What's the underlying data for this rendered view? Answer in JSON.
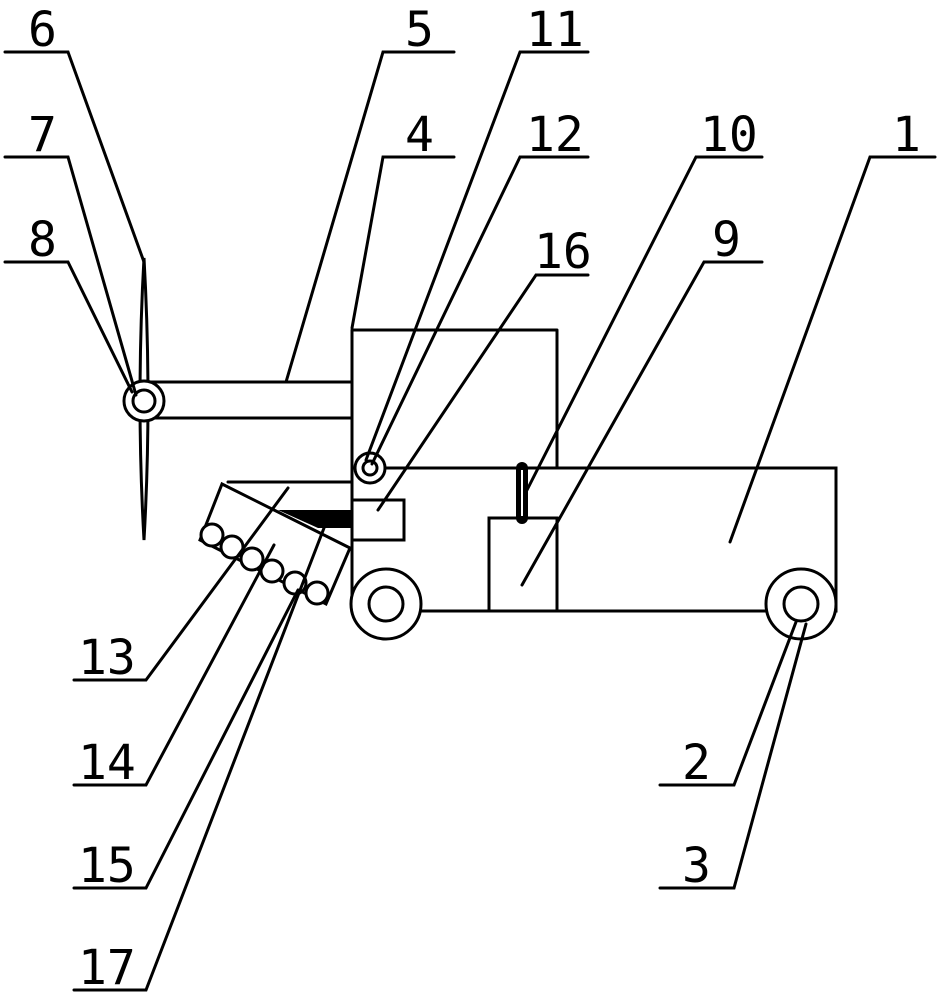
{
  "labels": {
    "n1": "1",
    "n2": "2",
    "n3": "3",
    "n4": "4",
    "n5": "5",
    "n6": "6",
    "n7": "7",
    "n8": "8",
    "n9": "9",
    "n10": "10",
    "n11": "11",
    "n12": "12",
    "n13": "13",
    "n14": "14",
    "n15": "15",
    "n16": "16",
    "n17": "17"
  },
  "colors": {
    "line": "#000000",
    "background": "#ffffff"
  }
}
